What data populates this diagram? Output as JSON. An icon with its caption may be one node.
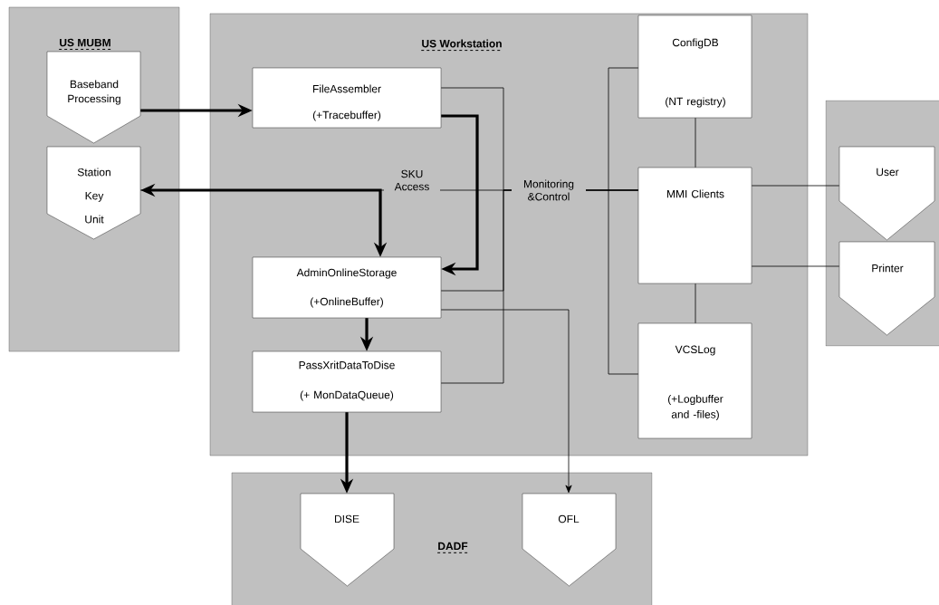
{
  "diagram": {
    "nodes": [
      {
        "text": [
          "US MUBM"
        ]
      },
      {
        "text": [
          "Baseband Processing"
        ],
        "in": 0
      },
      {
        "text": [
          "Station Key Unit"
        ],
        "in": 0
      },
      {
        "text": [
          "US Workstation"
        ]
      },
      {
        "text": [
          "FileAssembler",
          "(+Tracebuffer)"
        ],
        "in": 3
      },
      {
        "text": [
          "AdminOnlineStorage",
          "(+OnlineBuffer)"
        ],
        "in": 3
      },
      {
        "text": [
          "PassXritDataToDise",
          "(+ MonDataQueue)"
        ],
        "in": 3
      },
      {
        "text": [
          "ConfigDB",
          "(NT registry)"
        ],
        "in": 3
      },
      {
        "text": [
          "MMI Clients"
        ],
        "in": 3
      },
      {
        "text": [
          "VCSLog",
          "(+Logbuffer and -files)"
        ],
        "in": 3
      },
      {
        "text": [],
        "shape": "box"
      },
      {
        "text": [
          "User"
        ],
        "in": 10
      },
      {
        "text": [
          "Printer"
        ],
        "in": 10
      },
      {
        "text": [
          "DADF"
        ]
      },
      {
        "text": [
          "DISE"
        ],
        "in": 13
      },
      {
        "text": [
          "OFL"
        ],
        "in": 13
      }
    ],
    "edges": [
      {
        "from": 1,
        "to": 4,
        "arrow": "to",
        "style": "thick"
      },
      {
        "from": 4,
        "to": 5,
        "arrow": "to",
        "style": "thick"
      },
      {
        "from": 5,
        "to": 2,
        "arrow": "both",
        "style": "thick",
        "label": "SKU Access"
      },
      {
        "from": 5,
        "to": 6,
        "arrow": "to",
        "style": "thick"
      },
      {
        "from": 6,
        "to": 14,
        "arrow": "to",
        "style": "thick"
      },
      {
        "from": 5,
        "to": 15,
        "arrow": "to"
      },
      {
        "from": 8,
        "to": 4,
        "arrow": "none",
        "label": "Monitoring &Control"
      },
      {
        "from": 8,
        "to": 5,
        "arrow": "none"
      },
      {
        "from": 8,
        "to": 6,
        "arrow": "none"
      },
      {
        "from": 8,
        "to": 2,
        "arrow": "none"
      },
      {
        "from": 7,
        "to": 8,
        "arrow": "none"
      },
      {
        "from": 8,
        "to": 9,
        "arrow": "none"
      },
      {
        "from": 7,
        "to": 9,
        "arrow": "none"
      },
      {
        "from": 8,
        "to": 11,
        "arrow": "none"
      },
      {
        "from": 8,
        "to": 12,
        "arrow": "none"
      }
    ]
  }
}
